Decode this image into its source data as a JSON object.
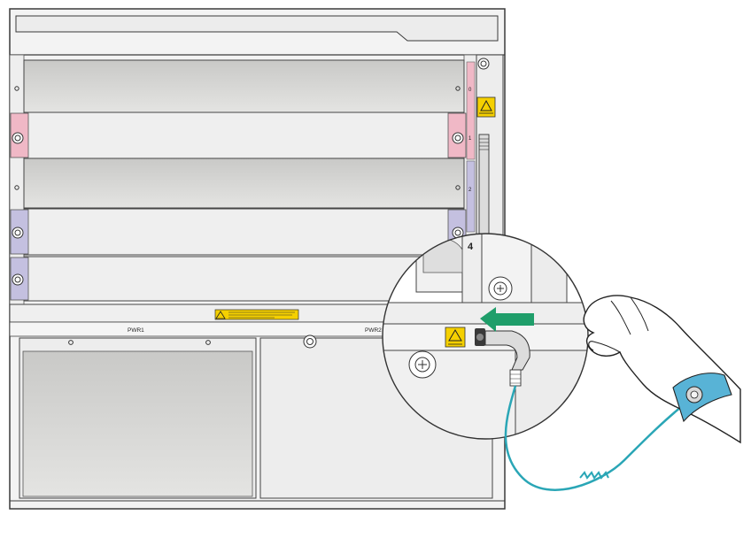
{
  "colors": {
    "chassis_fill": "#f2f2f2",
    "chassis_stroke": "#3a3a3a",
    "module_shade": "#d6d6d4",
    "slot_ear_pink": "#f0b8c6",
    "slot_ear_lavender": "#c4c0e0",
    "warning_yellow": "#f5d000",
    "arrow_green": "#1f9e6a",
    "strap_blue": "#58b3d6",
    "cord_teal": "#2aa6b6",
    "skin": "#ffffff"
  },
  "labels": {
    "power_left": "PWR1",
    "power_right": "PWR2",
    "slot_top": "0",
    "slot_upper": "1",
    "slot_middle": "2",
    "slot_lower": "4"
  },
  "icons": {
    "esd_warning": "esd-warning-icon",
    "electric_warning": "electric-warning-icon",
    "arrow": "insert-arrow-icon"
  }
}
